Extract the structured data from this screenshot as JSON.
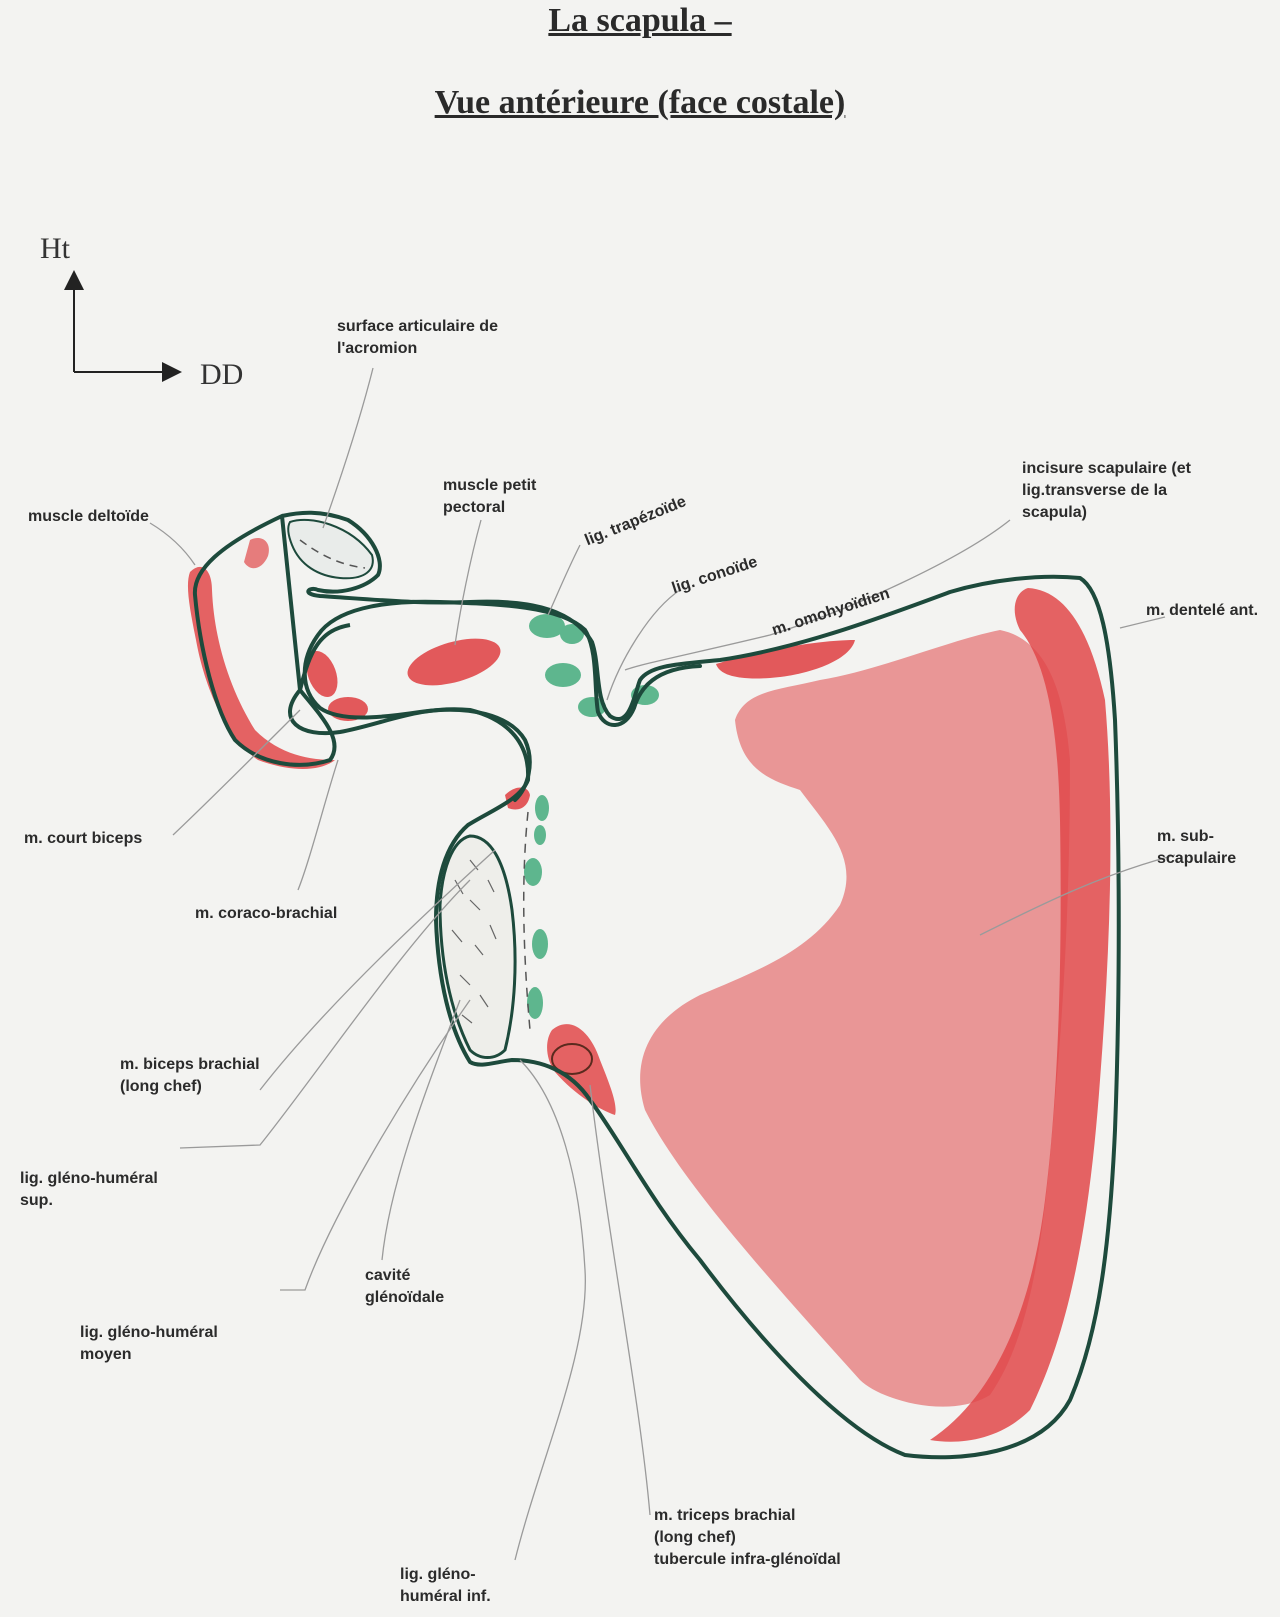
{
  "title": "La scapula –",
  "subtitle": "Vue antérieure (face costale)",
  "orientation": {
    "up_label": "Ht",
    "right_label": "DD"
  },
  "colors": {
    "muscle": "#e0484a",
    "ligament": "#3aa776",
    "outline": "#1d4a3c",
    "leader": "#9a9a9a"
  },
  "labels": {
    "acromion_surface": [
      "surface articulaire de",
      "l'acromion"
    ],
    "deltoid": [
      "muscle deltoïde"
    ],
    "pec_minor": [
      "muscle petit",
      "pectoral"
    ],
    "trapezoid": [
      "lig. trapézoïde"
    ],
    "conoid": [
      "lig. conoïde"
    ],
    "scapular_notch": [
      "incisure scapulaire (et",
      "lig.transverse de la",
      "scapula)"
    ],
    "omohyoid": [
      "m. omohyoïdien"
    ],
    "serratus": [
      "m. dentelé ant."
    ],
    "subscapularis": [
      "m. sub-",
      "scapulaire"
    ],
    "short_biceps": [
      "m. court biceps"
    ],
    "coracobrachialis": [
      "m. coraco-brachial"
    ],
    "biceps_long": [
      "m. biceps brachial",
      "(long chef)"
    ],
    "sup_gh": [
      "lig. gléno-huméral",
      "sup."
    ],
    "glenoid": [
      "cavité",
      "glénoïdale"
    ],
    "mid_gh": [
      "lig. gléno-huméral",
      "moyen"
    ],
    "triceps": [
      "m. triceps brachial",
      "(long chef)",
      "tubercule infra-glénoïdal"
    ],
    "inf_gh": [
      "lig. gléno-",
      "huméral inf."
    ]
  }
}
